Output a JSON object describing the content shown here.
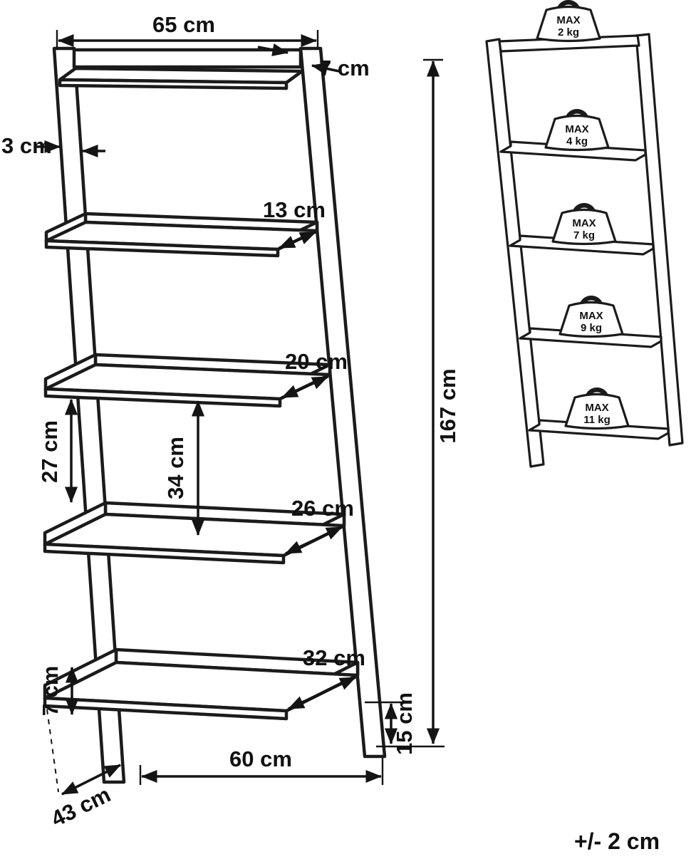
{
  "dimensions": {
    "top_width": "65 cm",
    "shelf1_depth": "7 cm",
    "frame_thickness": "3 cm",
    "shelf2_depth": "13 cm",
    "shelf3_depth": "20 cm",
    "shelf4_depth": "26 cm",
    "shelf5_depth": "32 cm",
    "shelf_gap_upper": "27 cm",
    "shelf_gap_lower": "34 cm",
    "total_height": "167 cm",
    "base_clearance": "15 cm",
    "bottom_shelf_lip": "7 cm",
    "base_width": "60 cm",
    "base_depth": "43 cm"
  },
  "weights": [
    {
      "max": "MAX",
      "value": "2 kg"
    },
    {
      "max": "MAX",
      "value": "4 kg"
    },
    {
      "max": "MAX",
      "value": "7 kg"
    },
    {
      "max": "MAX",
      "value": "9 kg"
    },
    {
      "max": "MAX",
      "value": "11 kg"
    }
  ],
  "footer": {
    "tolerance": "+/- 2 cm"
  },
  "colors": {
    "line": "#1b1b1b",
    "background": "#ffffff"
  }
}
